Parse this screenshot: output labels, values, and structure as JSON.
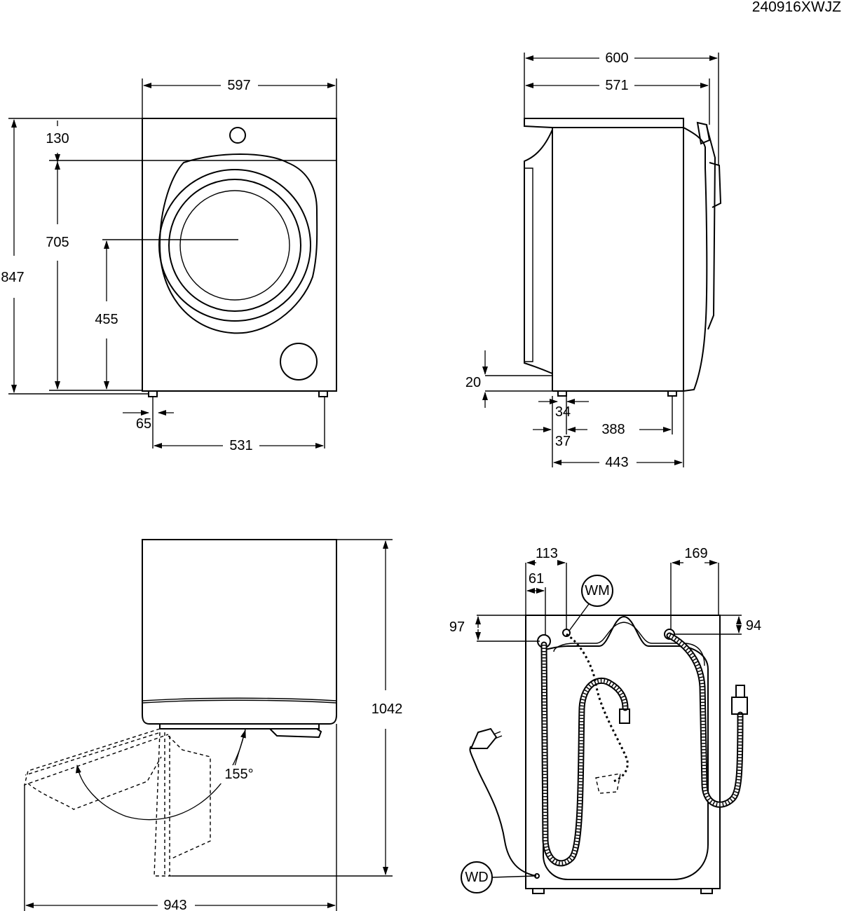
{
  "code": "240916XWJZ",
  "front": {
    "width": "597",
    "top_panel": "130",
    "door_height": "705",
    "total_height": "847",
    "door_center": "455",
    "foot_offset": "65",
    "feet_span": "531"
  },
  "side": {
    "depth_total": "600",
    "depth_top": "571",
    "foot_height": "20",
    "foot_width": "34",
    "foot_offset": "37",
    "feet_span": "388",
    "body_depth": "443"
  },
  "top": {
    "depth_door_open": "1042",
    "width_door_open": "943",
    "door_angle": "155°"
  },
  "back": {
    "drain_offset": "113",
    "inlet_offset": "61",
    "inlet_right": "169",
    "drain_height": "97",
    "inlet_height": "94",
    "wm_label": "WM",
    "wd_label": "WD"
  },
  "colors": {
    "line": "#000000",
    "background": "#ffffff"
  }
}
